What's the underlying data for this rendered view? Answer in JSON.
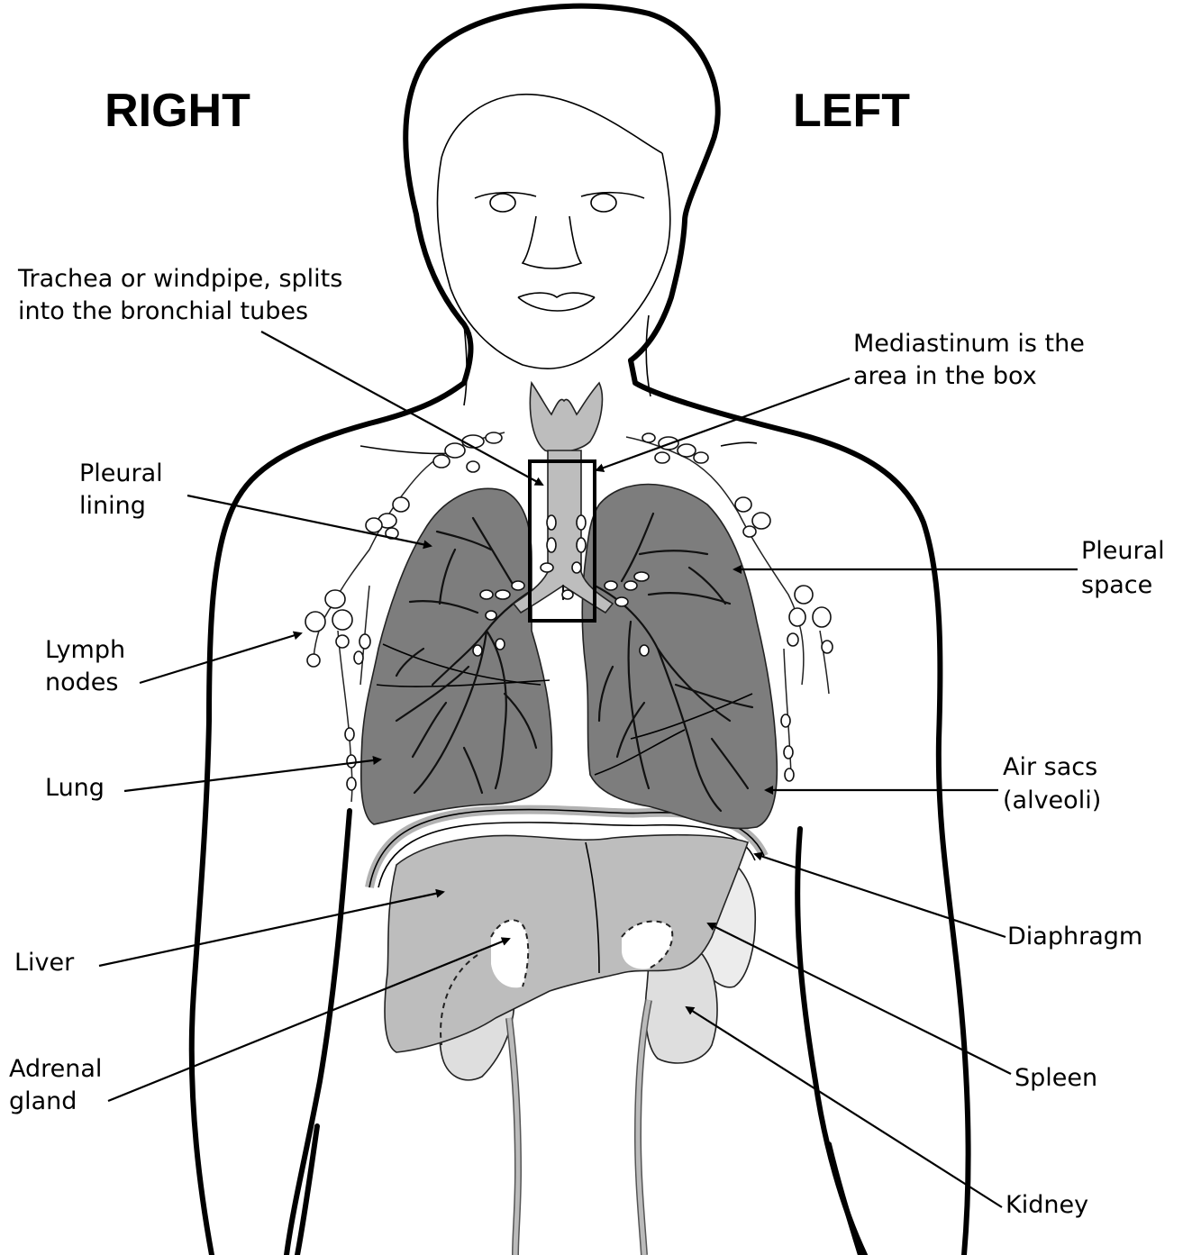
{
  "side_titles": {
    "right": "RIGHT",
    "left": "LEFT"
  },
  "labels": {
    "trachea": [
      "Trachea or windpipe, splits",
      "into the bronchial tubes"
    ],
    "mediastinum": [
      "Mediastinum is the",
      "area in the box"
    ],
    "pleural_lining": [
      "Pleural",
      "lining"
    ],
    "pleural_space": [
      "Pleural",
      "space"
    ],
    "lymph_nodes": [
      "Lymph",
      "nodes"
    ],
    "lung": [
      "Lung"
    ],
    "air_sacs": [
      "Air sacs",
      "(alveoli)"
    ],
    "liver": [
      "Liver"
    ],
    "diaphragm": [
      "Diaphragm"
    ],
    "adrenal_gland": [
      "Adrenal",
      "gland"
    ],
    "spleen": [
      "Spleen"
    ],
    "kidney": [
      "Kidney"
    ]
  },
  "colors": {
    "lung_fill": "#7d7d7d",
    "liver_fill": "#bdbdbd",
    "kidney_fill": "#dedede",
    "spleen_fill": "#ececec",
    "outline": "#000000"
  }
}
